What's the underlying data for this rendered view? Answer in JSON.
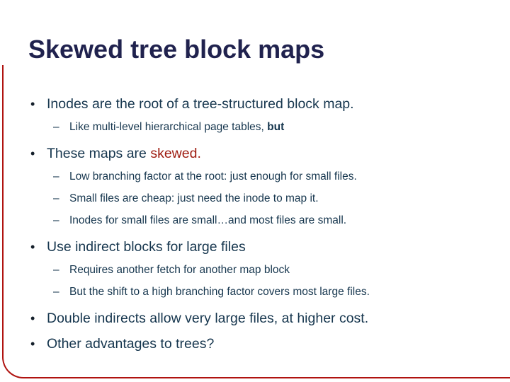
{
  "slide": {
    "title": "Skewed tree block maps",
    "colors": {
      "title": "#20224e",
      "body": "#16364e",
      "highlight": "#9e1b10",
      "border_accent": "#b01310",
      "bullet_dot": "#15202b"
    },
    "bullet_glyph": "•",
    "dash_glyph": "–",
    "bullets": [
      {
        "level": 1,
        "segments": [
          {
            "text": "Inodes are the root of a tree-structured block map."
          }
        ]
      },
      {
        "level": 2,
        "segments": [
          {
            "text": "Like multi-level hierarchical page tables, "
          },
          {
            "text": "but",
            "bold": true
          }
        ]
      },
      {
        "level": 1,
        "segments": [
          {
            "text": "These maps are "
          },
          {
            "text": "skewed.",
            "color": "highlight"
          }
        ]
      },
      {
        "level": 2,
        "segments": [
          {
            "text": "Low branching factor at the root: just enough for small files."
          }
        ]
      },
      {
        "level": 2,
        "segments": [
          {
            "text": "Small files are cheap: just need the inode to map it."
          }
        ]
      },
      {
        "level": 2,
        "segments": [
          {
            "text": "Inodes for small files are small…and most files are small."
          }
        ]
      },
      {
        "level": 1,
        "segments": [
          {
            "text": "Use indirect blocks for large files"
          }
        ]
      },
      {
        "level": 2,
        "segments": [
          {
            "text": "Requires another fetch for another map block"
          }
        ]
      },
      {
        "level": 2,
        "segments": [
          {
            "text": "But the shift to a high branching factor covers most large files."
          }
        ]
      },
      {
        "level": 1,
        "segments": [
          {
            "text": "Double indirects allow very large files, at higher cost."
          }
        ]
      },
      {
        "level": 1,
        "segments": [
          {
            "text": "Other advantages to trees?"
          }
        ]
      }
    ]
  }
}
